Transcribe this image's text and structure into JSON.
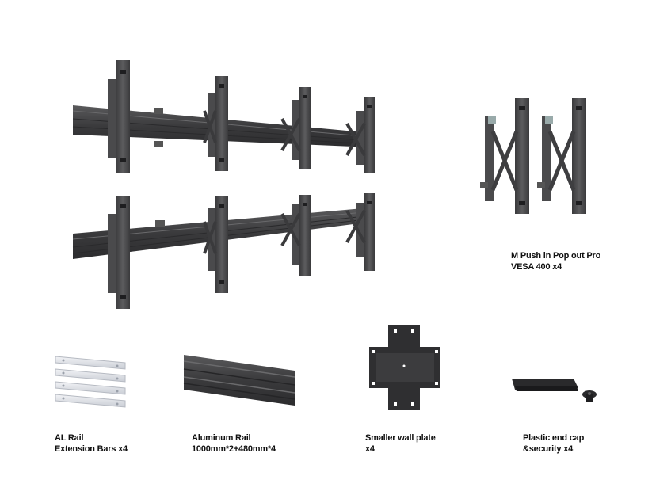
{
  "captions": {
    "mount": {
      "line1": "M Push in Pop out Pro",
      "line2": "VESA 400 x4"
    },
    "extension": {
      "line1": "AL Rail",
      "line2": "Extension Bars x4"
    },
    "rail": {
      "line1": "Aluminum Rail",
      "line2": "1000mm*2+480mm*4"
    },
    "plate": {
      "line1": "Smaller wall plate",
      "line2": "x4"
    },
    "endcap": {
      "line1": "Plastic end cap",
      "line2": "&security x4"
    }
  },
  "colors": {
    "metal_dark": "#3a3a3c",
    "metal_mid": "#4c4c4e",
    "metal_light": "#6a6a6c",
    "silver": "#d9dce2",
    "text": "#111111"
  }
}
